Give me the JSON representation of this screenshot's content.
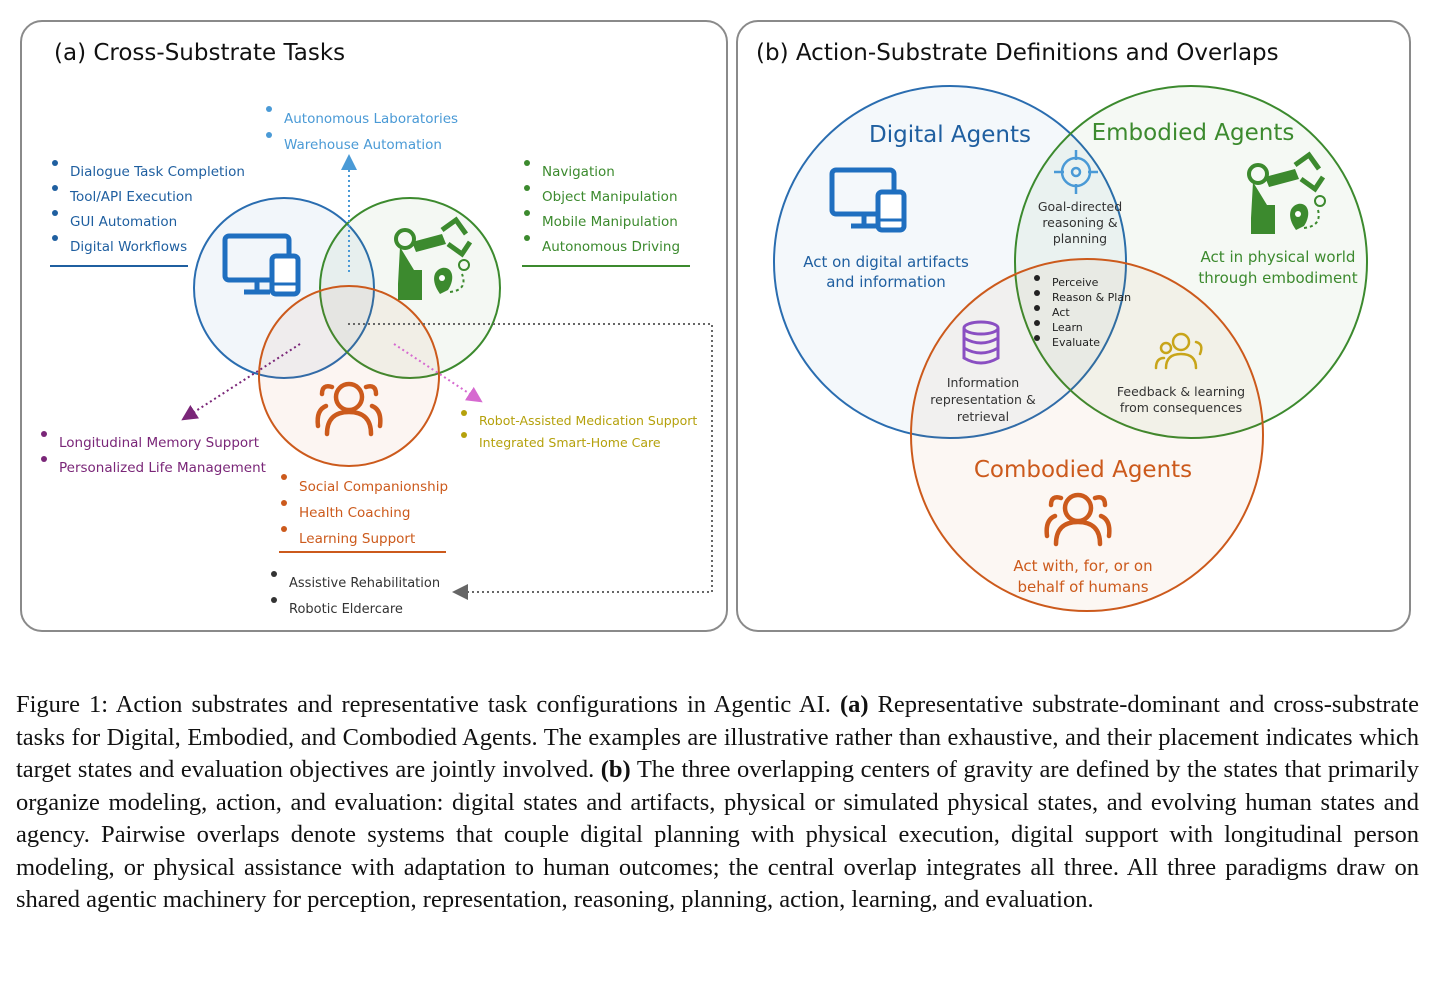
{
  "panel_a": {
    "title": "(a) Cross-Substrate Tasks",
    "lists": {
      "top_center": [
        "Autonomous Laboratories",
        "Warehouse Automation"
      ],
      "digital": [
        "Dialogue Task Completion",
        "Tool/API Execution",
        "GUI Automation",
        "Digital Workflows"
      ],
      "embodied": [
        "Navigation",
        "Object Manipulation",
        "Mobile Manipulation",
        "Autonomous Driving"
      ],
      "digital_combodied": [
        "Longitudinal Memory Support",
        "Personalized Life Management"
      ],
      "embodied_combodied": [
        "Robot-Assisted Medication Support",
        "Integrated Smart-Home Care"
      ],
      "combodied": [
        "Social Companionship",
        "Health Coaching",
        "Learning Support"
      ],
      "all_three": [
        "Assistive Rehabilitation",
        "Robotic Eldercare"
      ]
    },
    "icons": [
      "monitor-phone-icon",
      "robot-arm-icon",
      "people-group-icon"
    ]
  },
  "panel_b": {
    "title": "(b) Action-Substrate Definitions and Overlaps",
    "digital": {
      "name": "Digital Agents",
      "desc_line1": "Act on digital artifacts",
      "desc_line2": "and information"
    },
    "embodied": {
      "name": "Embodied Agents",
      "desc_line1": "Act in physical world",
      "desc_line2": "through embodiment"
    },
    "combodied": {
      "name": "Combodied Agents",
      "desc_line1": "Act with, for, or on",
      "desc_line2": "behalf of humans"
    },
    "overlap_digital_embodied": [
      "Goal-directed",
      "reasoning &",
      "planning"
    ],
    "overlap_digital_combodied": [
      "Information",
      "representation &",
      "retrieval"
    ],
    "overlap_embodied_combodied": [
      "Feedback & learning",
      "from consequences"
    ],
    "center": [
      "Perceive",
      "Reason & Plan",
      "Act",
      "Learn",
      "Evaluate"
    ],
    "icons": [
      "target-icon",
      "database-icon",
      "people-icon"
    ]
  },
  "colors": {
    "digital": "#1f5fa0",
    "embodied": "#3c8a2e",
    "combodied": "#cc5a1c",
    "purple": "#7a2678",
    "olive": "#b5a10c"
  },
  "caption": {
    "lead": "Figure 1: Action substrates and representative task configurations in Agentic AI.",
    "a_label": "(a)",
    "a_text": "Representative substrate-dominant and cross-substrate tasks for Digital, Embodied, and Combodied Agents. The examples are illustrative rather than exhaustive, and their placement indicates which target states and evaluation objectives are jointly involved.",
    "b_label": "(b)",
    "b_text": "The three overlapping centers of gravity are defined by the states that primarily organize modeling, action, and evaluation: digital states and artifacts, physical or simulated physical states, and evolving human states and agency. Pairwise overlaps denote systems that couple digital planning with physical execution, digital support with longitudinal person modeling, or physical assistance with adaptation to human outcomes; the central overlap integrates all three. All three paradigms draw on shared agentic machinery for perception, representation, reasoning, planning, action, learning, and evaluation."
  }
}
